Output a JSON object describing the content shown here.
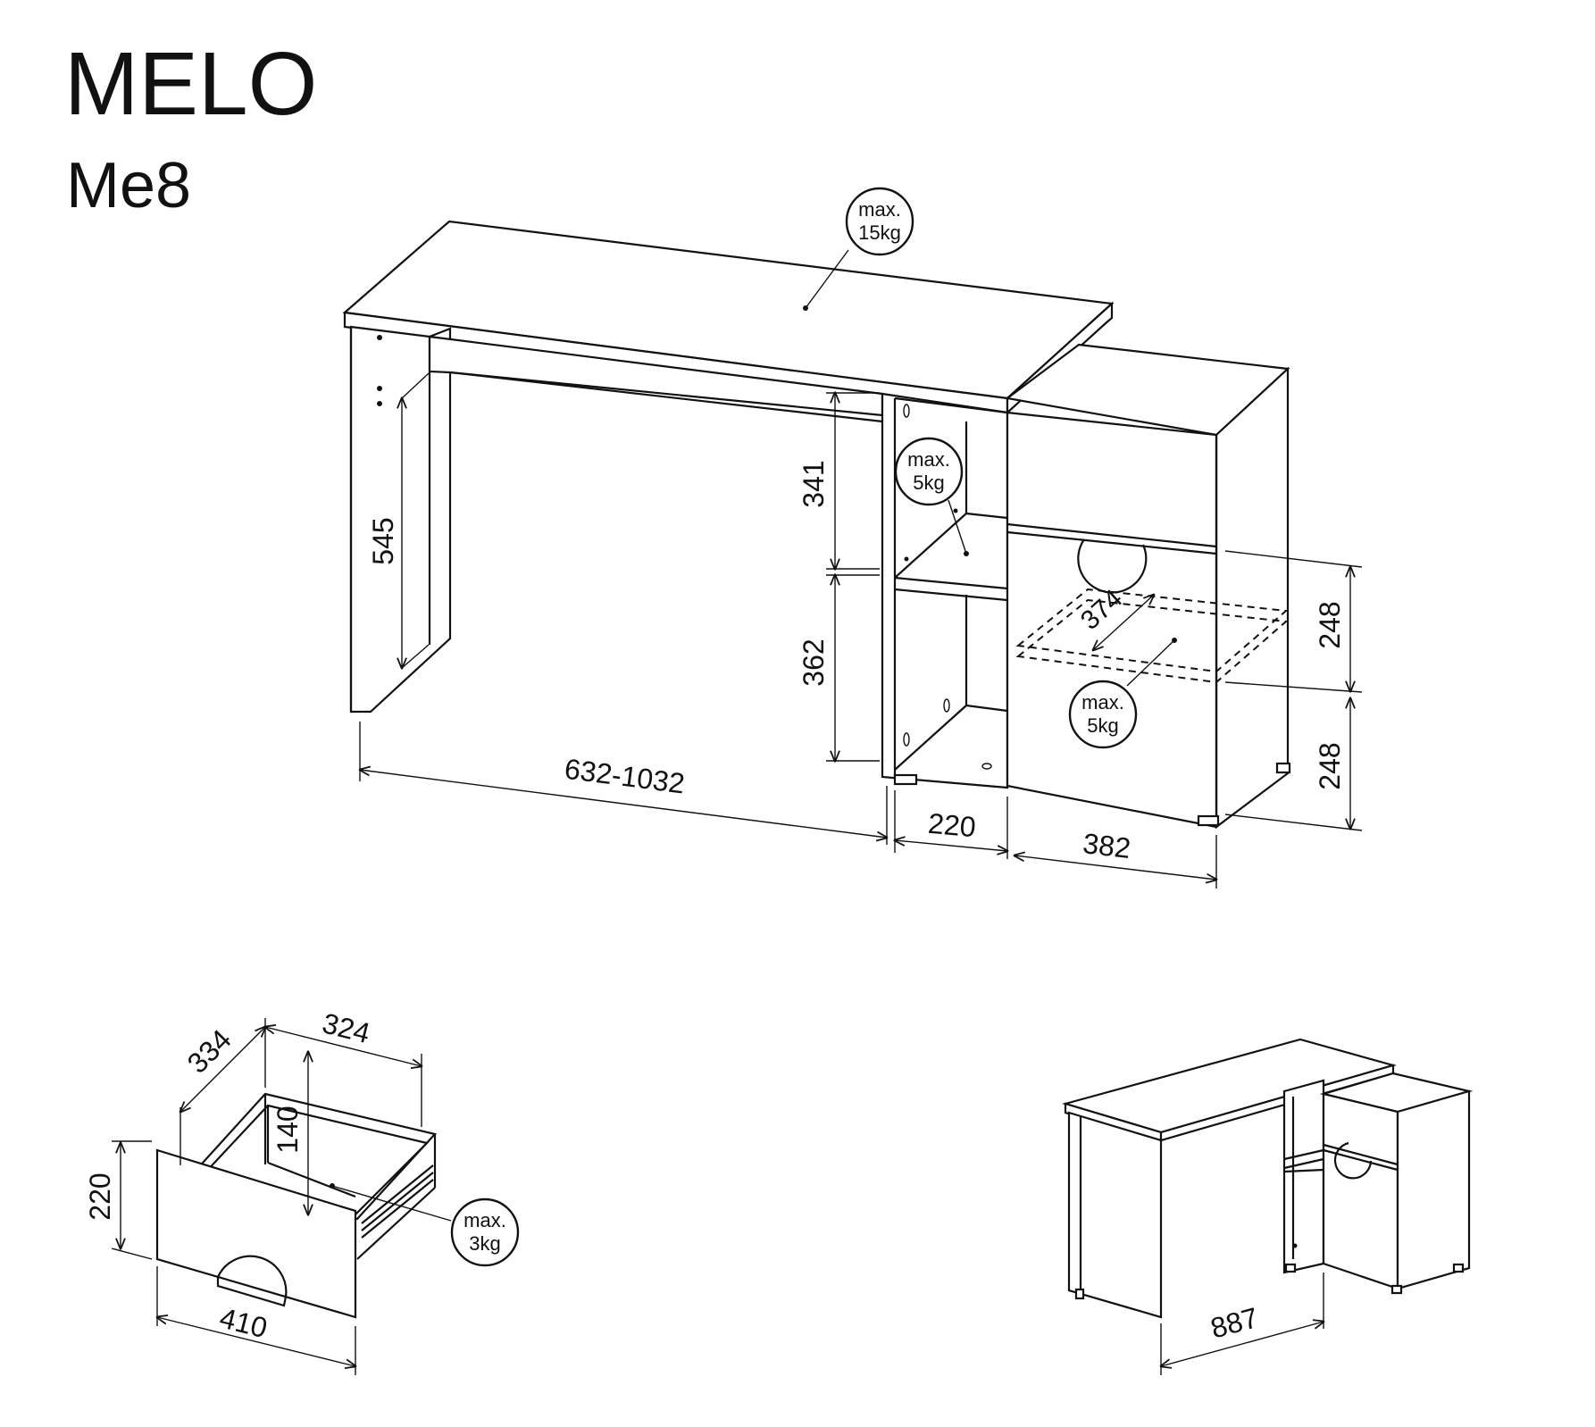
{
  "header": {
    "title": "MELO",
    "subtitle": "Me8"
  },
  "main_view": {
    "load_top": {
      "line1": "max.",
      "line2": "15kg"
    },
    "load_shelf": {
      "line1": "max.",
      "line2": "5kg"
    },
    "load_cabinet_shelf": {
      "line1": "max.",
      "line2": "5kg"
    },
    "dims": {
      "leg_height": "545",
      "shelf_upper": "341",
      "shelf_lower": "362",
      "inner_depth": "374",
      "cabinet_upper": "248",
      "cabinet_lower": "248",
      "desk_length": "632-1032",
      "shelf_width": "220",
      "cabinet_width": "382"
    }
  },
  "drawer_view": {
    "load": {
      "line1": "max.",
      "line2": "3kg"
    },
    "dims": {
      "depth": "334",
      "inner_width": "324",
      "inner_height": "140",
      "front_height": "220",
      "front_width": "410"
    }
  },
  "corner_view": {
    "dims": {
      "return_length": "887"
    }
  }
}
